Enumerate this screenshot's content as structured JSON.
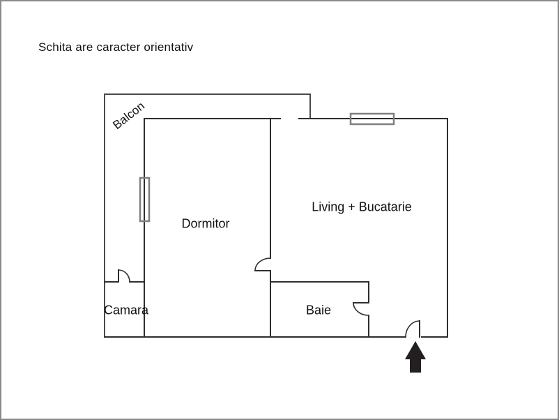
{
  "page": {
    "title": "Schita are caracter orientativ"
  },
  "floorplan": {
    "rooms": [
      {
        "id": "balcon",
        "label": "Balcon"
      },
      {
        "id": "dormitor",
        "label": "Dormitor"
      },
      {
        "id": "living_bucatarie",
        "label": "Living + Bucatarie"
      },
      {
        "id": "camara",
        "label": "Camara"
      },
      {
        "id": "baie",
        "label": "Baie"
      }
    ],
    "icons": {
      "entrance_arrow": "entrance-arrow-up"
    },
    "colors": {
      "wall": "#2e2e2e",
      "balcony": "#4a4a4a",
      "window": "#7f7f7f",
      "arrow": "#231f20",
      "border": "#8a8a8a",
      "text": "#111111"
    }
  }
}
